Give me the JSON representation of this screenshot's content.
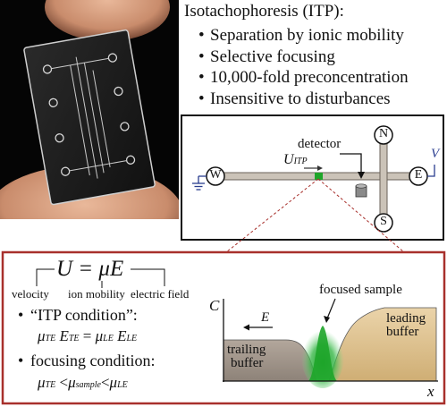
{
  "header": {
    "title": "Isotachophoresis (ITP):",
    "bullets": [
      "Separation by ionic mobility",
      "Selective focusing",
      "10,000-fold preconcentration",
      "Insensitive to disturbances"
    ]
  },
  "schematic": {
    "detector_label": "detector",
    "velocity_label": "U",
    "velocity_sub": "ITP",
    "voltage_label": "V",
    "reservoirs": [
      "W",
      "N",
      "E",
      "S"
    ]
  },
  "physics": {
    "equation_main": "U = μE",
    "labels": [
      "velocity",
      "ion mobility",
      "electric field"
    ],
    "itp_condition_label": "“ITP condition”:",
    "focusing_condition_label": "focusing condition:"
  },
  "plot": {
    "y_axis_label": "C",
    "x_axis_label": "x",
    "field_label": "E",
    "focused_sample_label": "focused sample",
    "trailing_label_1": "trailing",
    "trailing_label_2": "buffer",
    "leading_label_1": "leading",
    "leading_label_2": "buffer"
  },
  "colors": {
    "box_border": "#a8302c",
    "leading_buffer": "#e1c79a",
    "trailing_buffer": "#a59a92",
    "sample_green": "#1ea52a",
    "channel": "#cbc3b8"
  }
}
